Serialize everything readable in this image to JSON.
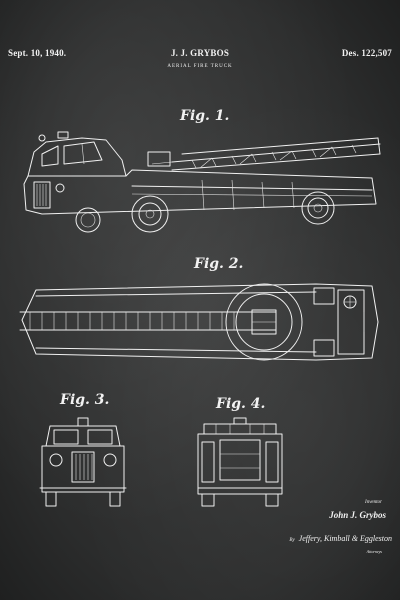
{
  "patent": {
    "date": "Sept. 10, 1940.",
    "inventor_header": "J. J. GRYBOS",
    "patent_number": "Des. 122,507",
    "title": "AERIAL FIRE TRUCK"
  },
  "figures": {
    "fig1": "Fig. 1.",
    "fig2": "Fig. 2.",
    "fig3": "Fig. 3.",
    "fig4": "Fig. 4."
  },
  "signatures": {
    "inventor_label": "Inventor",
    "inventor_name": "John J. Grybos",
    "attorney_by": "By",
    "attorney_name": "Jeffery, Kimball & Eggleston",
    "attorney_label": "Attorneys"
  },
  "colors": {
    "background": "#2e2f2f",
    "ink": "#f0f0f0"
  },
  "drawings": [
    "fire-truck-side-view",
    "fire-truck-top-view",
    "fire-truck-front-view",
    "fire-truck-rear-view"
  ]
}
